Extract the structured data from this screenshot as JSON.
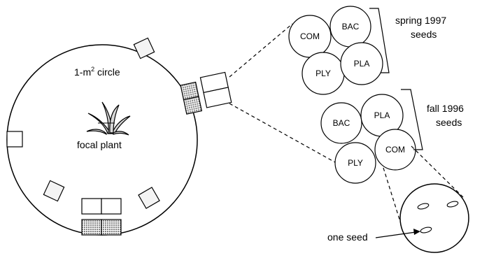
{
  "labels": {
    "circle_area": "1-m",
    "circle_area_sup": "2",
    "circle_area_rest": " circle",
    "focal_plant": "focal plant",
    "one_seed": "one seed",
    "spring_line1": "spring 1997",
    "spring_line2": "seeds",
    "fall_line1": "fall 1996",
    "fall_line2": "seeds"
  },
  "spring_plots": [
    {
      "code": "COM"
    },
    {
      "code": "BAC"
    },
    {
      "code": "PLY"
    },
    {
      "code": "PLA"
    }
  ],
  "fall_plots": [
    {
      "code": "BAC"
    },
    {
      "code": "PLA"
    },
    {
      "code": "PLY"
    },
    {
      "code": "COM"
    }
  ],
  "colors": {
    "stroke": "#000000",
    "plot_fill": "#f2f2f2",
    "hatched": "#8a8a8a"
  }
}
